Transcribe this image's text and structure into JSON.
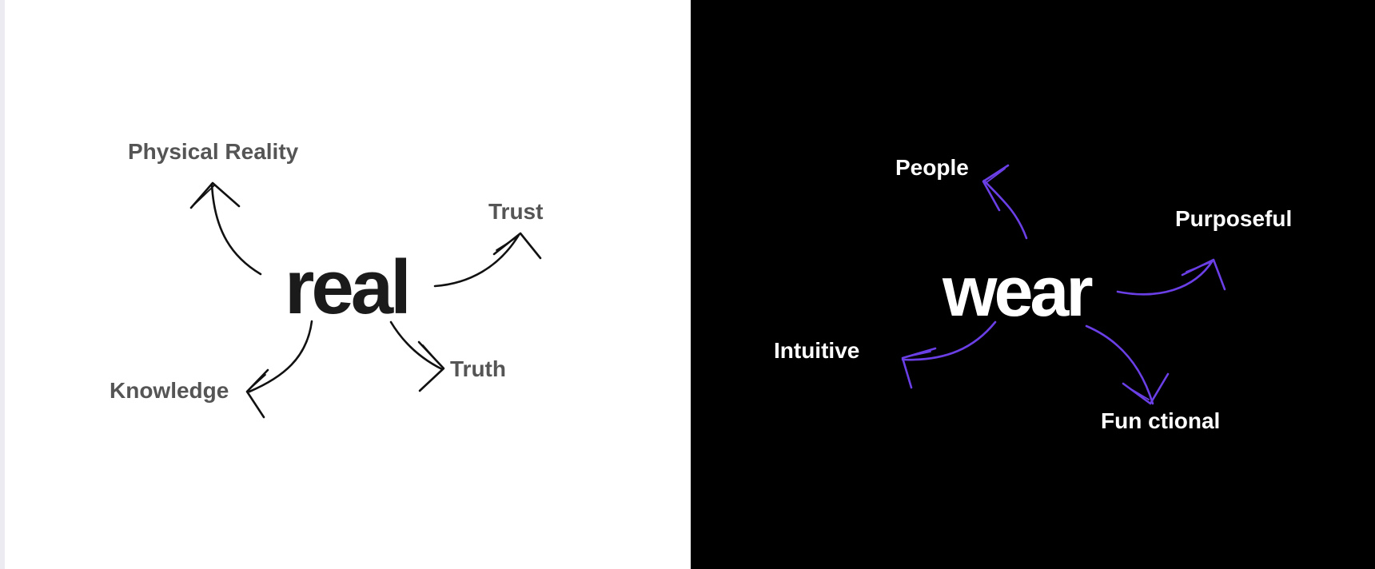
{
  "light_panel": {
    "background": "#ffffff",
    "center_word": "real",
    "label_color": "#555555",
    "arrow_color": "#111111",
    "labels": {
      "physical_reality": "Physical Reality",
      "trust": "Trust",
      "knowledge": "Knowledge",
      "truth": "Truth"
    }
  },
  "dark_panel": {
    "background": "#000000",
    "center_word": "wear",
    "label_color": "#ffffff",
    "arrow_color": "#6b3fe6",
    "labels": {
      "people": "People",
      "purposeful": "Purposeful",
      "intuitive": "Intuitive",
      "functional": "Fun ctional"
    }
  }
}
